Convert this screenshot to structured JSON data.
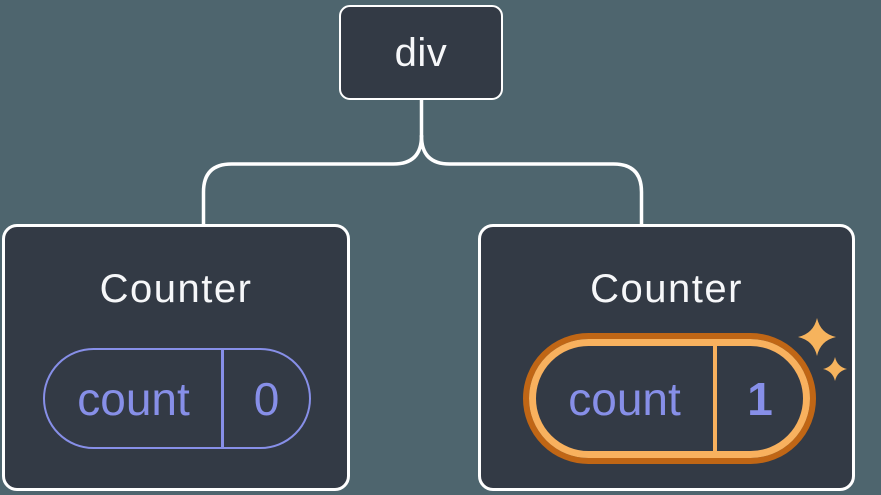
{
  "diagram": {
    "background_color": "#4E656E",
    "root_node": {
      "label": "div"
    },
    "nodes": [
      {
        "title": "Counter",
        "state_label": "count",
        "state_value": "0",
        "highlighted": false
      },
      {
        "title": "Counter",
        "state_label": "count",
        "state_value": "1",
        "highlighted": true
      }
    ],
    "colors": {
      "node_fill": "#333A45",
      "node_border": "#FFFFFF",
      "connector_line": "#FFFFFF",
      "state_accent_purple": "#878FE8",
      "highlight_ring_outer": "#C06615",
      "highlight_ring_inner": "#F8B15E",
      "sparkle_gold": "#F6B35D",
      "title_text": "#F6F7F9"
    }
  }
}
